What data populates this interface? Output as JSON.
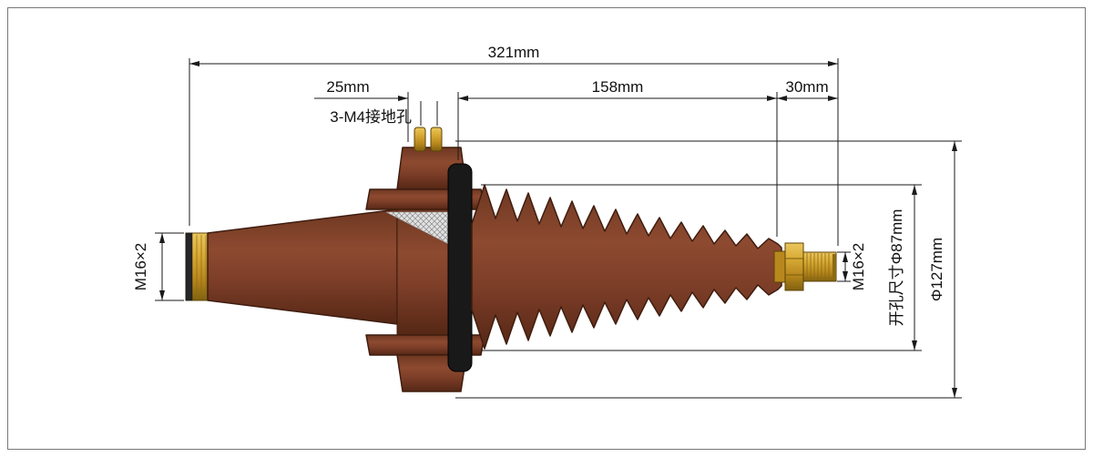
{
  "labels": {
    "total_length": "321mm",
    "segment_25": "25mm",
    "segment_158": "158mm",
    "segment_30": "30mm",
    "grounding_holes": "3-M4接地孔",
    "left_thread": "M16×2",
    "right_thread": "M16×2",
    "opening_size": "开孔尺寸Φ87mm",
    "outer_diameter": "Φ127mm"
  },
  "colors": {
    "body_brown": "#7d3f27",
    "brass_gold": "#d6a832",
    "gasket_black": "#191919",
    "dimension_line": "#1a1a1a",
    "background": "#ffffff"
  }
}
